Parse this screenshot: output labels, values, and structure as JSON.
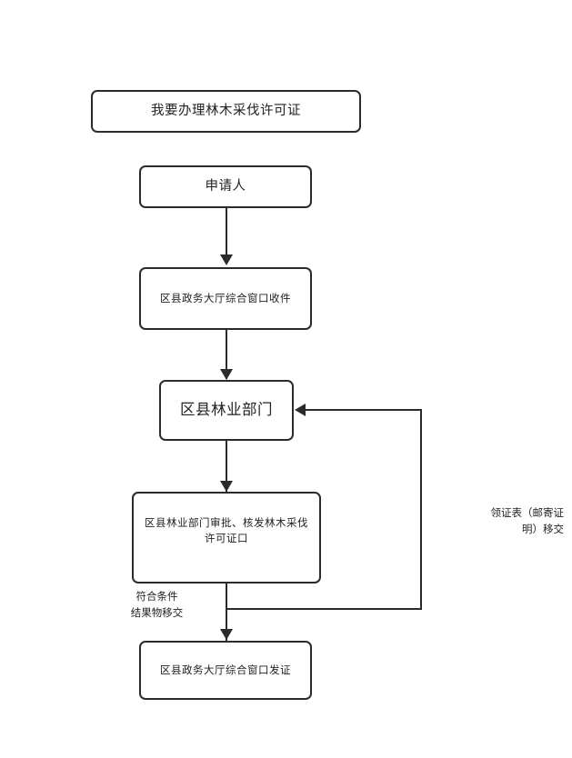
{
  "diagram": {
    "title": "我要办理林木采伐许可证",
    "nodes": [
      {
        "id": "entry",
        "label": "我要办理林木采伐许可证"
      },
      {
        "id": "applicant",
        "label": "申请人"
      },
      {
        "id": "intake",
        "label": "区县政务大厅综合窗口收件"
      },
      {
        "id": "forestry",
        "label": "区县林业部门"
      },
      {
        "id": "approval",
        "label": "区县林业部门审批、核发林木采伐\n许可证口"
      },
      {
        "id": "issue",
        "label": "区县政务大厅综合窗口发证"
      }
    ],
    "edge_labels": [
      {
        "id": "condition",
        "label": "符合条件\n结果物移交"
      },
      {
        "id": "return",
        "label": "领证表（邮寄证\n明）移交"
      }
    ],
    "colors": {
      "stroke": "#2b2b2b",
      "text": "#222222",
      "background": "#ffffff"
    }
  }
}
